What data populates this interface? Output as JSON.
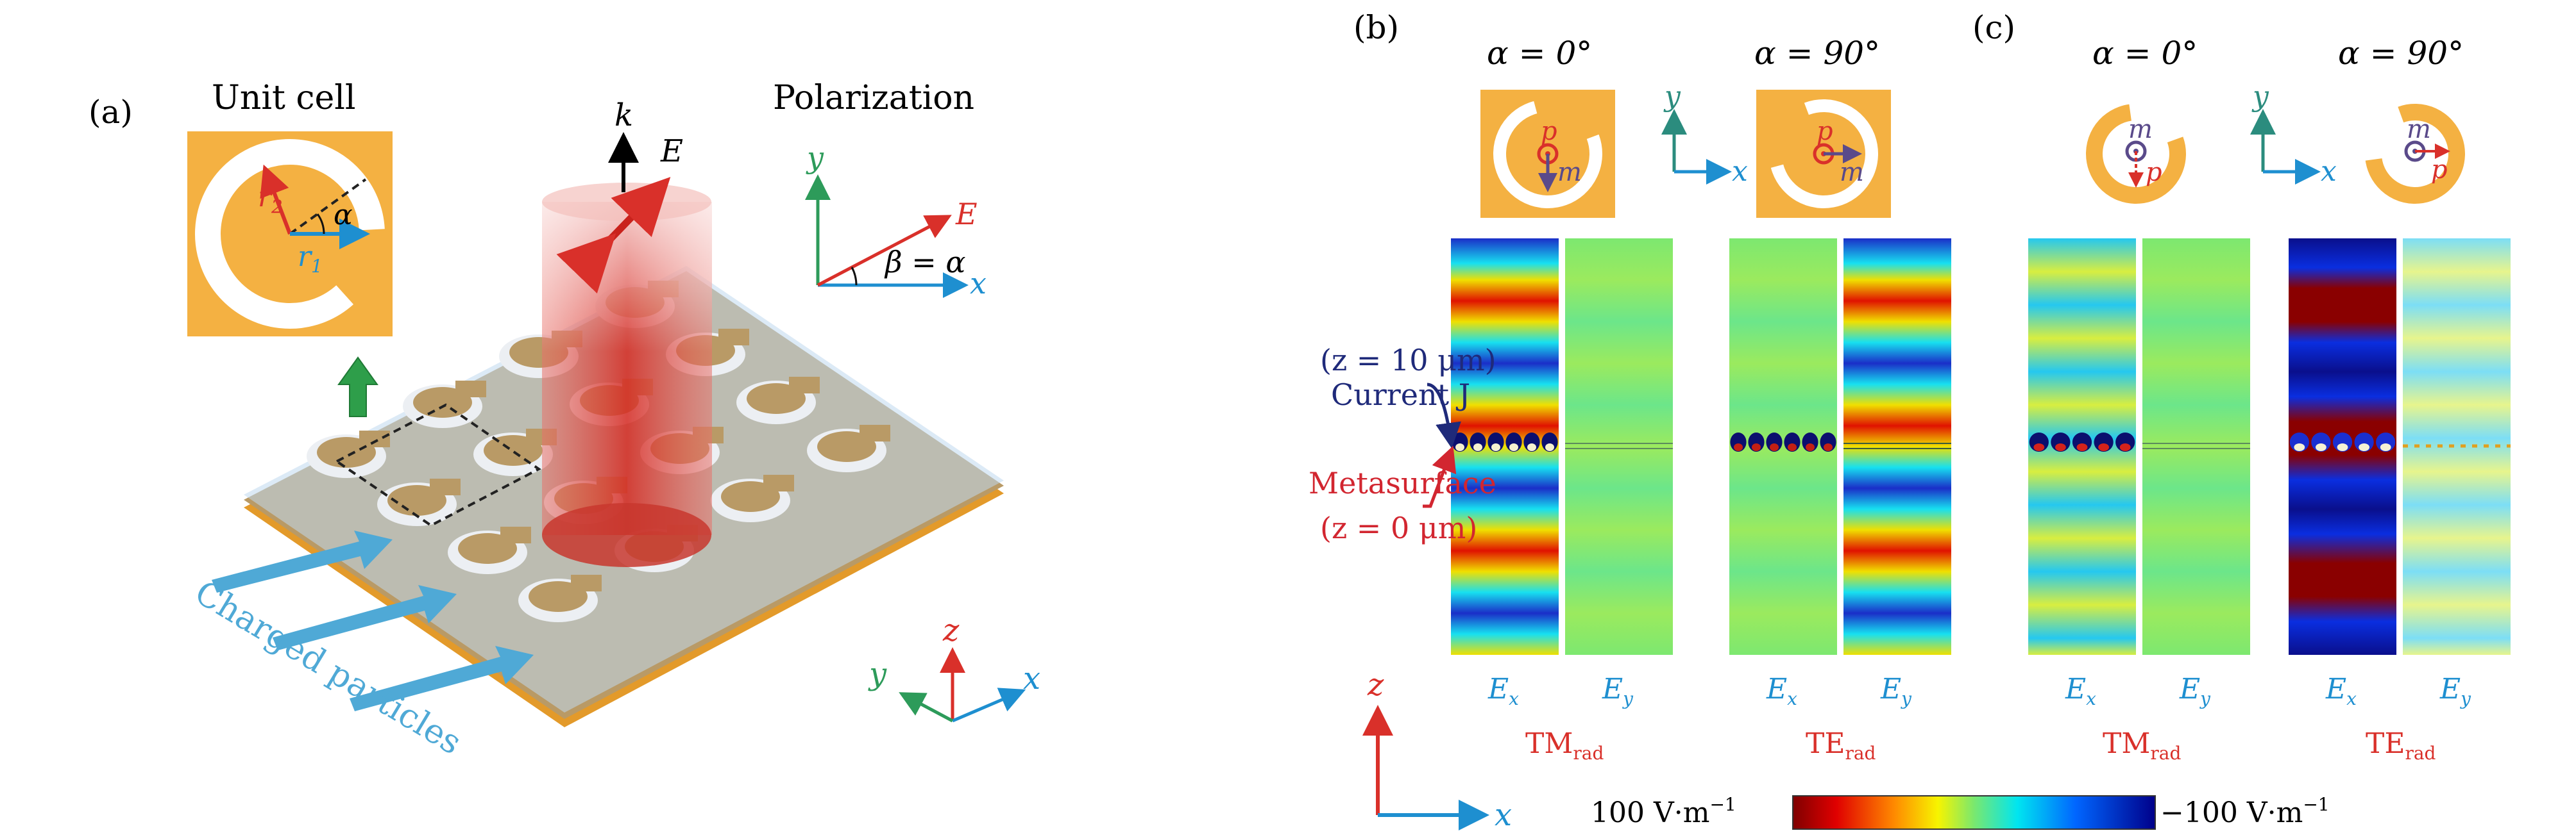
{
  "panel_a": {
    "label": "(a)",
    "unit_cell_title": "Unit cell",
    "unit_cell_labels": {
      "r2": "r",
      "r2_sub": "2",
      "r1": "r",
      "r1_sub": "1",
      "alpha": "α"
    },
    "k_label": "k",
    "e_label": "E",
    "polarization_title": "Polarization",
    "polarization_axes": {
      "y": "y",
      "x": "x",
      "e": "E",
      "beta_eq": "β = α"
    },
    "particles_label": "Charged particles",
    "axes": {
      "z": "z",
      "y": "y",
      "x": "x"
    }
  },
  "panel_b": {
    "label": "(b)",
    "alpha_0": "α = 0°",
    "alpha_90": "α = 90°",
    "dipole_p": "p",
    "dipole_m": "m",
    "inset_axes": {
      "y": "y",
      "x": "x"
    },
    "current_plane": "(z = 10 μm)",
    "current_label": "Current J",
    "metasurface_label": "Metasurface",
    "metasurface_plane": "(z = 0 μm)",
    "field_labels": [
      "E",
      "x",
      "E",
      "y",
      "E",
      "x",
      "E",
      "y"
    ],
    "mode_left": "TM",
    "mode_left_sub": "rad",
    "mode_right": "TE",
    "mode_right_sub": "rad"
  },
  "panel_c": {
    "label": "(c)",
    "alpha_0": "α = 0°",
    "alpha_90": "α = 90°",
    "dipole_p": "p",
    "dipole_m": "m",
    "inset_axes": {
      "y": "y",
      "x": "x"
    },
    "field_labels": [
      "E",
      "x",
      "E",
      "y",
      "E",
      "x",
      "E",
      "y"
    ],
    "mode_left": "TM",
    "mode_left_sub": "rad",
    "mode_right": "TE",
    "mode_right_sub": "rad"
  },
  "bottom_axes": {
    "z": "z",
    "x": "x"
  },
  "colorbar": {
    "max_label": "100 V·m",
    "max_exp": "−1",
    "min_label": "−100 V·m",
    "min_exp": "−1",
    "max_value": 100,
    "min_value": -100,
    "unit": "V·m⁻¹"
  },
  "colors": {
    "gold": "#F4B142",
    "plate": "#B99A66",
    "plate_edge": "#E39A2A",
    "beam": "#D9352A",
    "cyan_arrow": "#4FA9D6",
    "green_arrow": "#2E9E4A",
    "field_green": "#7AE86E",
    "axis_red": "#D9302A",
    "axis_blue": "#1E8FD0",
    "axis_green": "#2D9B5A",
    "label_red": "#D22630",
    "label_navy": "#1F2A7A"
  }
}
